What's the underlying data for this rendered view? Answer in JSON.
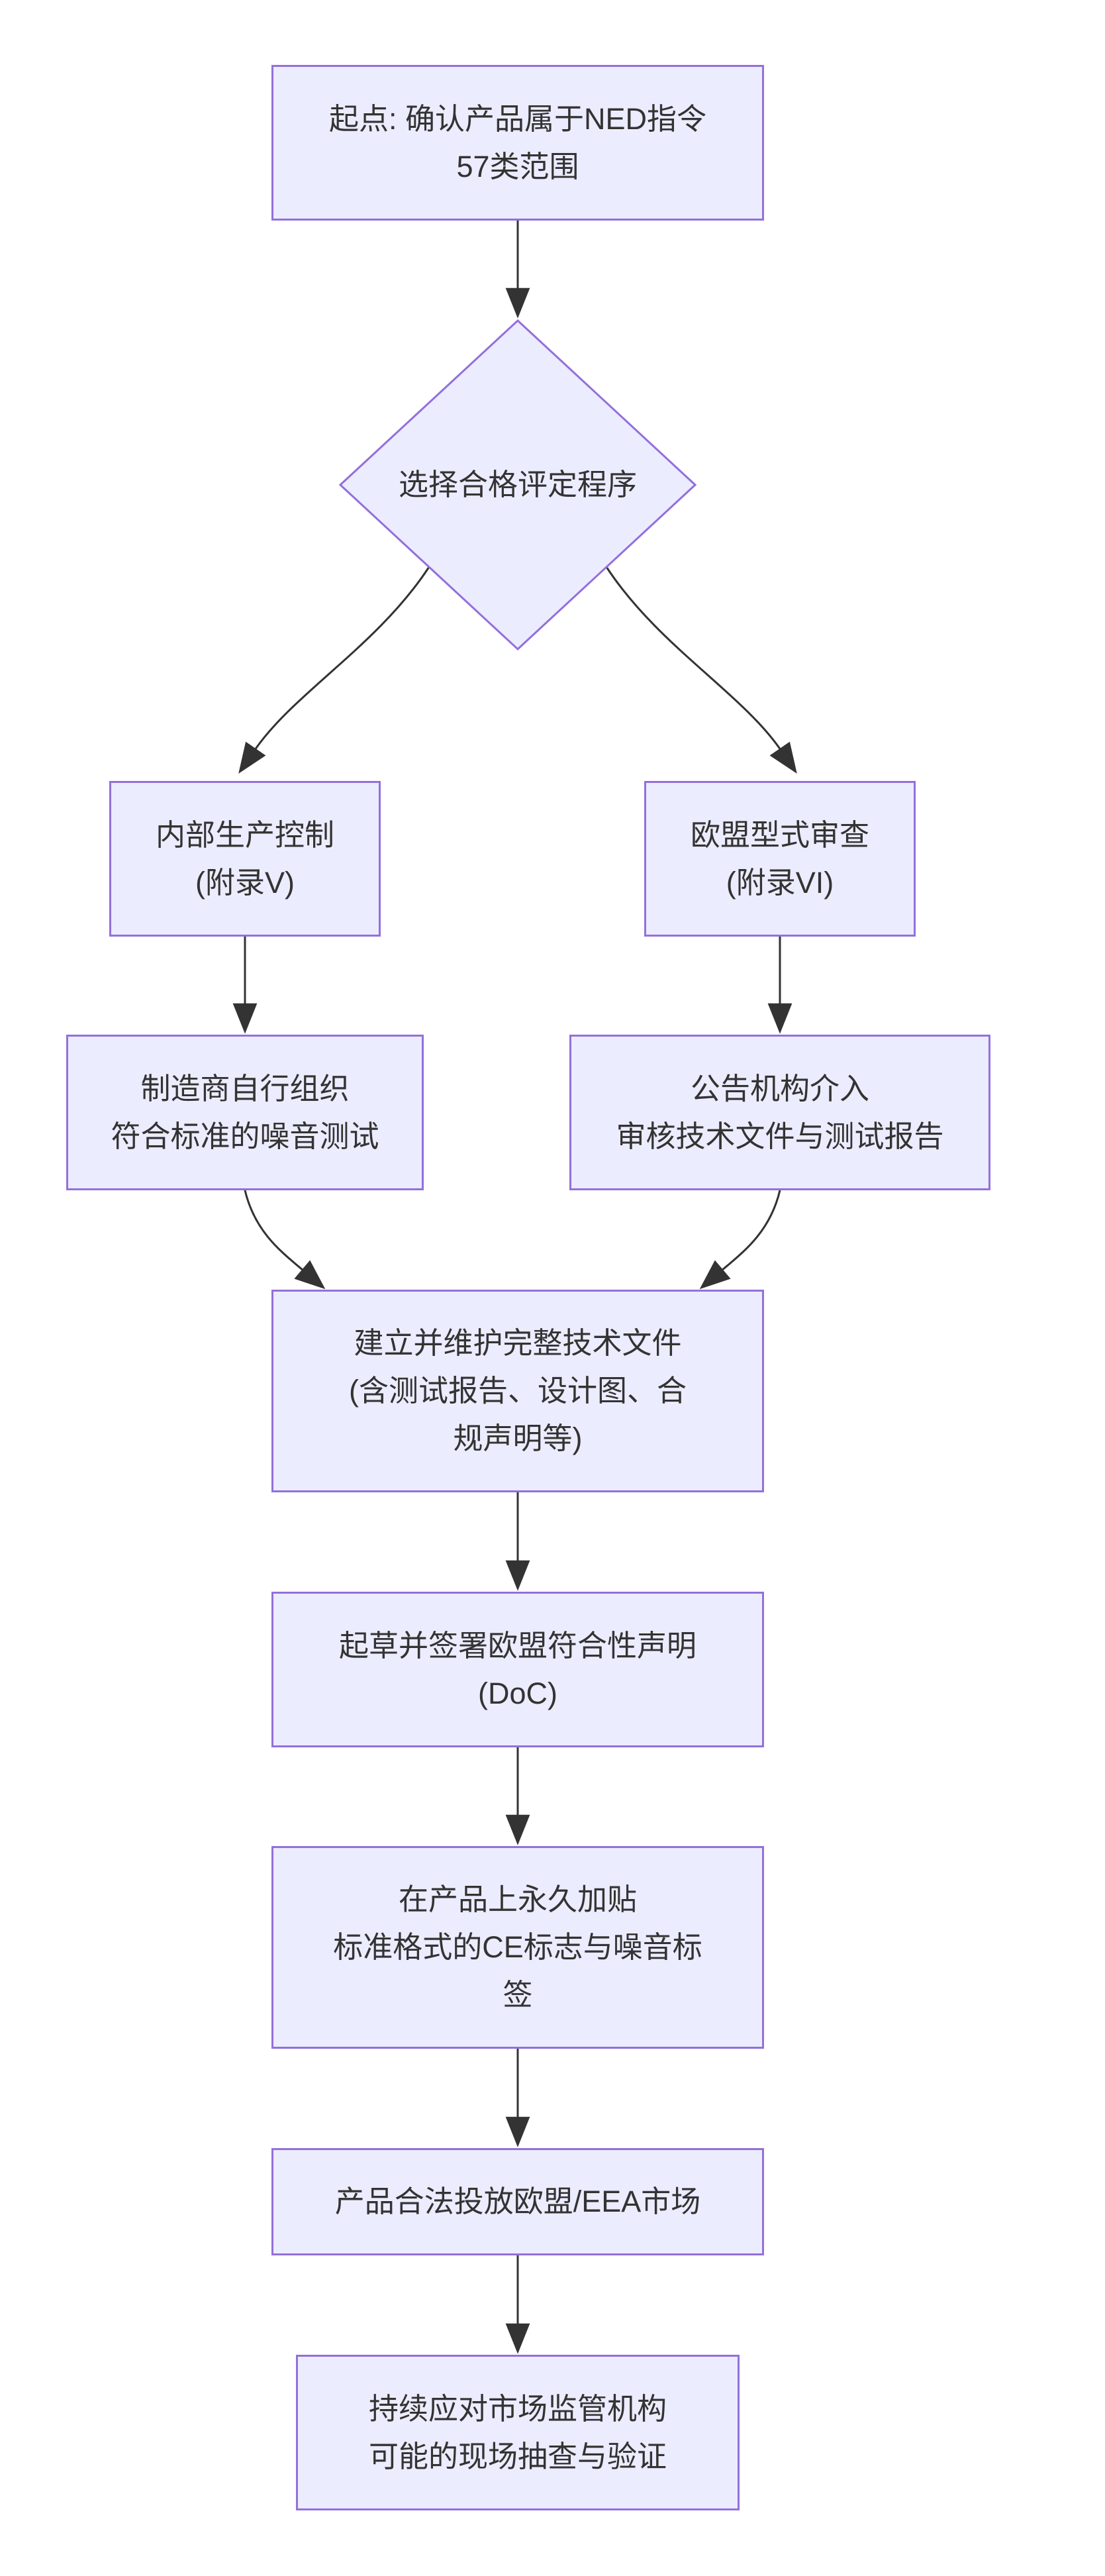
{
  "diagram": {
    "type": "flowchart",
    "direction": "top-down",
    "colors": {
      "node_fill": "#ECECFF",
      "node_border": "#9370DB",
      "edge_line": "#333333",
      "text": "#333333",
      "background": "#FFFFFF"
    },
    "nodes": {
      "start": {
        "shape": "rect",
        "lines": [
          "起点: 确认产品属于NED指令",
          "57类范围"
        ]
      },
      "decision": {
        "shape": "diamond",
        "lines": [
          "选择合格评定程序"
        ]
      },
      "internal_control": {
        "shape": "rect",
        "lines": [
          "内部生产控制",
          "(附录V)"
        ]
      },
      "eu_type_exam": {
        "shape": "rect",
        "lines": [
          "欧盟型式审查",
          "(附录VI)"
        ]
      },
      "self_test": {
        "shape": "rect",
        "lines": [
          "制造商自行组织",
          "符合标准的噪音测试"
        ]
      },
      "notified_body": {
        "shape": "rect",
        "lines": [
          "公告机构介入",
          "审核技术文件与测试报告"
        ]
      },
      "tech_file": {
        "shape": "rect",
        "lines": [
          "建立并维护完整技术文件",
          "(含测试报告、设计图、合",
          "规声明等)"
        ]
      },
      "doc": {
        "shape": "rect",
        "lines": [
          "起草并签署欧盟符合性声明",
          "(DoC)"
        ]
      },
      "ce_mark": {
        "shape": "rect",
        "lines": [
          "在产品上永久加贴",
          "标准格式的CE标志与噪音标",
          "签"
        ]
      },
      "market": {
        "shape": "rect",
        "lines": [
          "产品合法投放欧盟/EEA市场"
        ]
      },
      "surveillance": {
        "shape": "rect",
        "lines": [
          "持续应对市场监管机构",
          "可能的现场抽查与验证"
        ]
      }
    },
    "edges": [
      {
        "from": "start",
        "to": "decision"
      },
      {
        "from": "decision",
        "to": "internal_control"
      },
      {
        "from": "decision",
        "to": "eu_type_exam"
      },
      {
        "from": "internal_control",
        "to": "self_test"
      },
      {
        "from": "eu_type_exam",
        "to": "notified_body"
      },
      {
        "from": "self_test",
        "to": "tech_file"
      },
      {
        "from": "notified_body",
        "to": "tech_file"
      },
      {
        "from": "tech_file",
        "to": "doc"
      },
      {
        "from": "doc",
        "to": "ce_mark"
      },
      {
        "from": "ce_mark",
        "to": "market"
      },
      {
        "from": "market",
        "to": "surveillance"
      }
    ]
  }
}
